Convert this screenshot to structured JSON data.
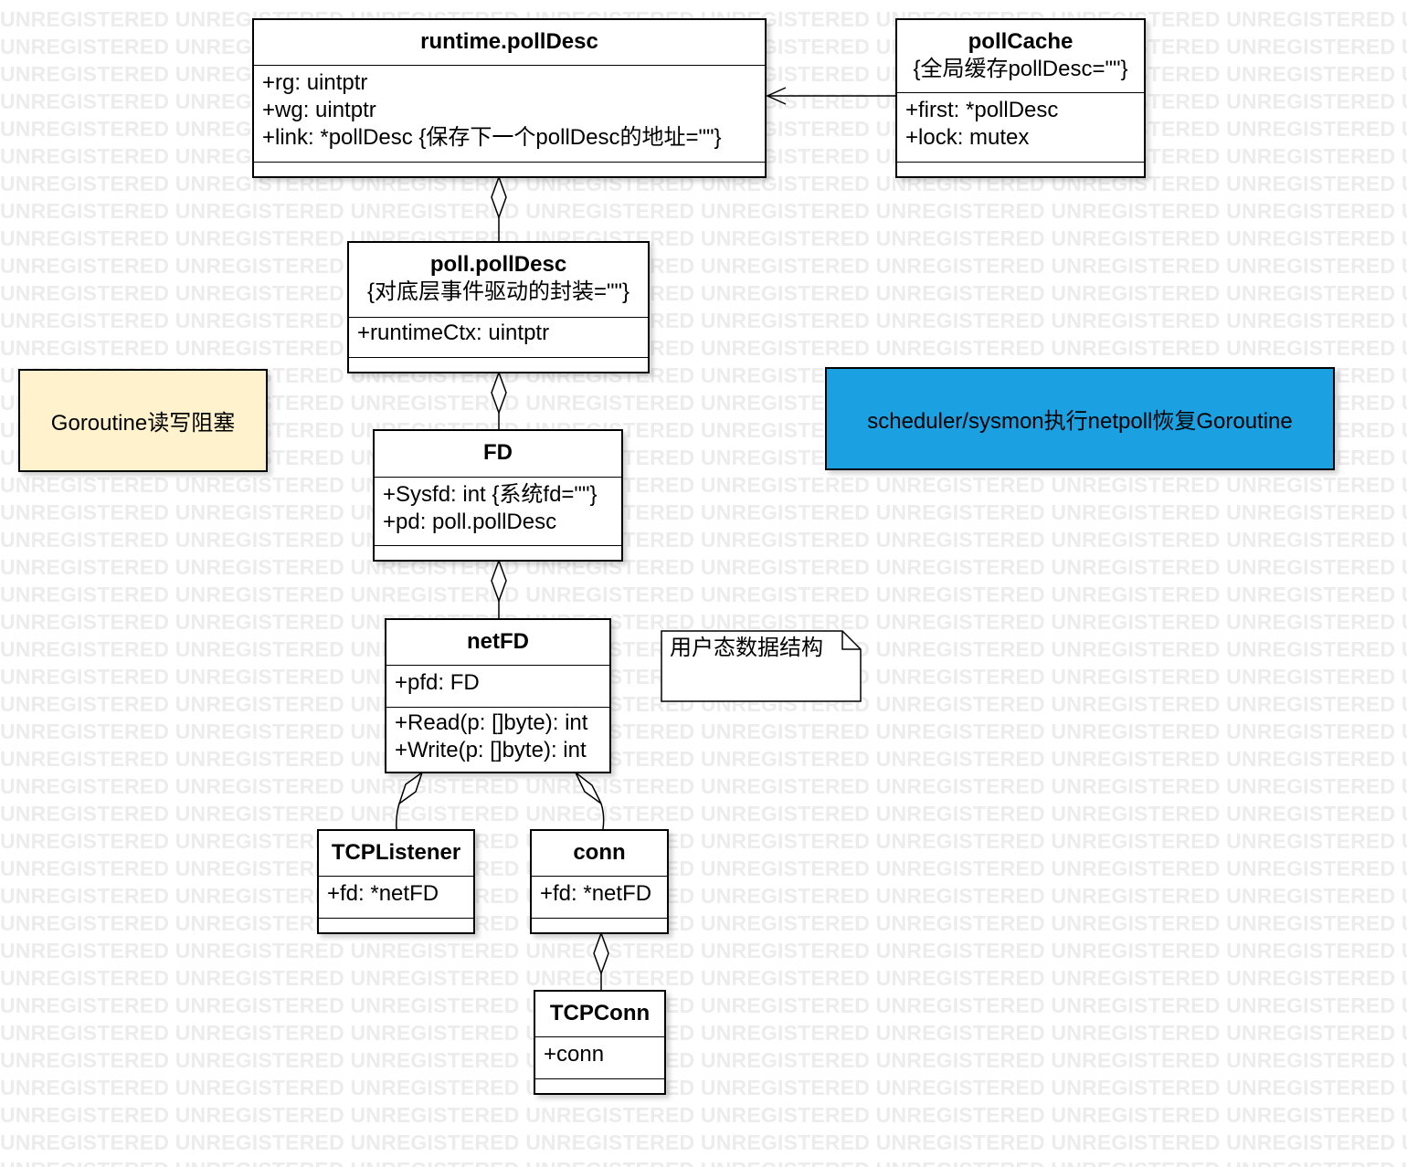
{
  "watermark_text": "UNREGISTERED",
  "colors": {
    "line": "#000000",
    "class_fill": "#ffffff",
    "yellow_note_fill": "#fff2cc",
    "blue_note_fill": "#1ba1e2"
  },
  "classes": {
    "runtime_polldesc": {
      "name": "runtime.pollDesc",
      "attrs": [
        "+rg: uintptr",
        "+wg: uintptr",
        "+link: *pollDesc {保存下一个pollDesc的地址=\"\"}"
      ]
    },
    "pollcache": {
      "name": "pollCache",
      "stereotype": "{全局缓存pollDesc=\"\"}",
      "attrs": [
        "+first: *pollDesc",
        "+lock: mutex"
      ]
    },
    "poll_polldesc": {
      "name": "poll.pollDesc",
      "stereotype": "{对底层事件驱动的封装=\"\"}",
      "attrs": [
        "+runtimeCtx: uintptr"
      ]
    },
    "fd": {
      "name": "FD",
      "attrs": [
        "+Sysfd: int {系统fd=\"\"}",
        "+pd: poll.pollDesc"
      ]
    },
    "netfd": {
      "name": "netFD",
      "attrs": [
        "+pfd: FD"
      ],
      "methods": [
        "+Read(p: []byte): int",
        "+Write(p: []byte): int"
      ]
    },
    "tcplistener": {
      "name": "TCPListener",
      "attrs": [
        "+fd: *netFD"
      ]
    },
    "conn": {
      "name": "conn",
      "attrs": [
        "+fd: *netFD"
      ]
    },
    "tcpconn": {
      "name": "TCPConn",
      "attrs": [
        "+conn"
      ]
    }
  },
  "notes": {
    "goroutine_block": "Goroutine读写阻塞",
    "scheduler_resume": "scheduler/sysmon执行netpoll恢复Goroutine",
    "user_space": "用户态数据结构"
  }
}
